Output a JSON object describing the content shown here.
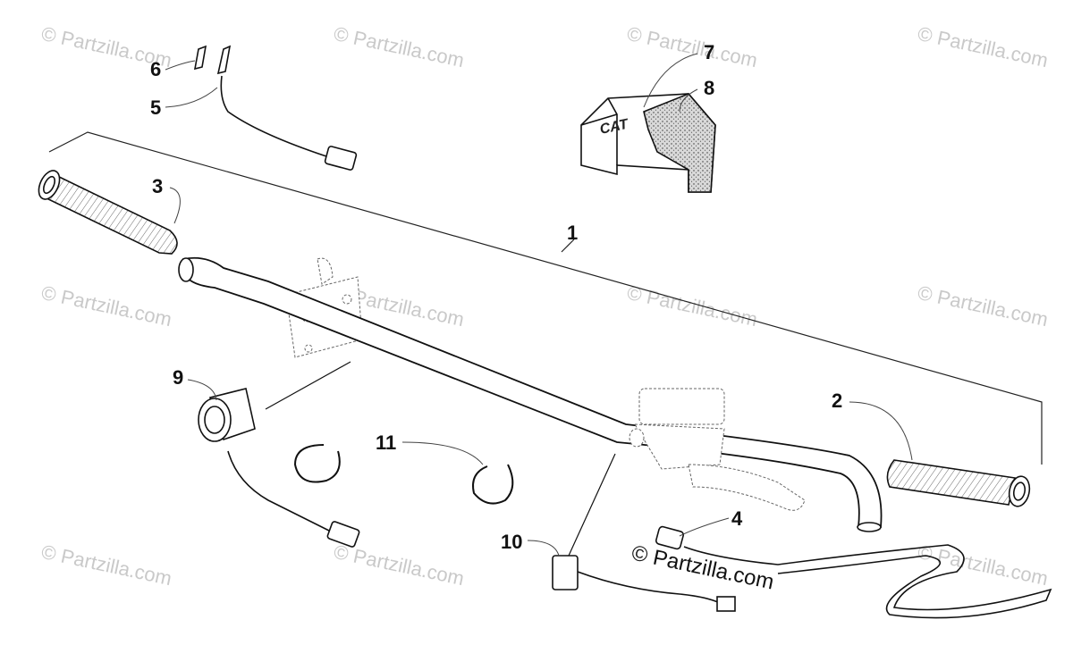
{
  "watermark_text": "© Partzilla.com",
  "credit_text": "© Partzilla.com",
  "callouts": {
    "c1": "1",
    "c2": "2",
    "c3": "3",
    "c4": "4",
    "c5": "5",
    "c6": "6",
    "c7": "7",
    "c8": "8",
    "c9": "9",
    "c10": "10",
    "c11": "11"
  },
  "pad_logo": "CAT"
}
